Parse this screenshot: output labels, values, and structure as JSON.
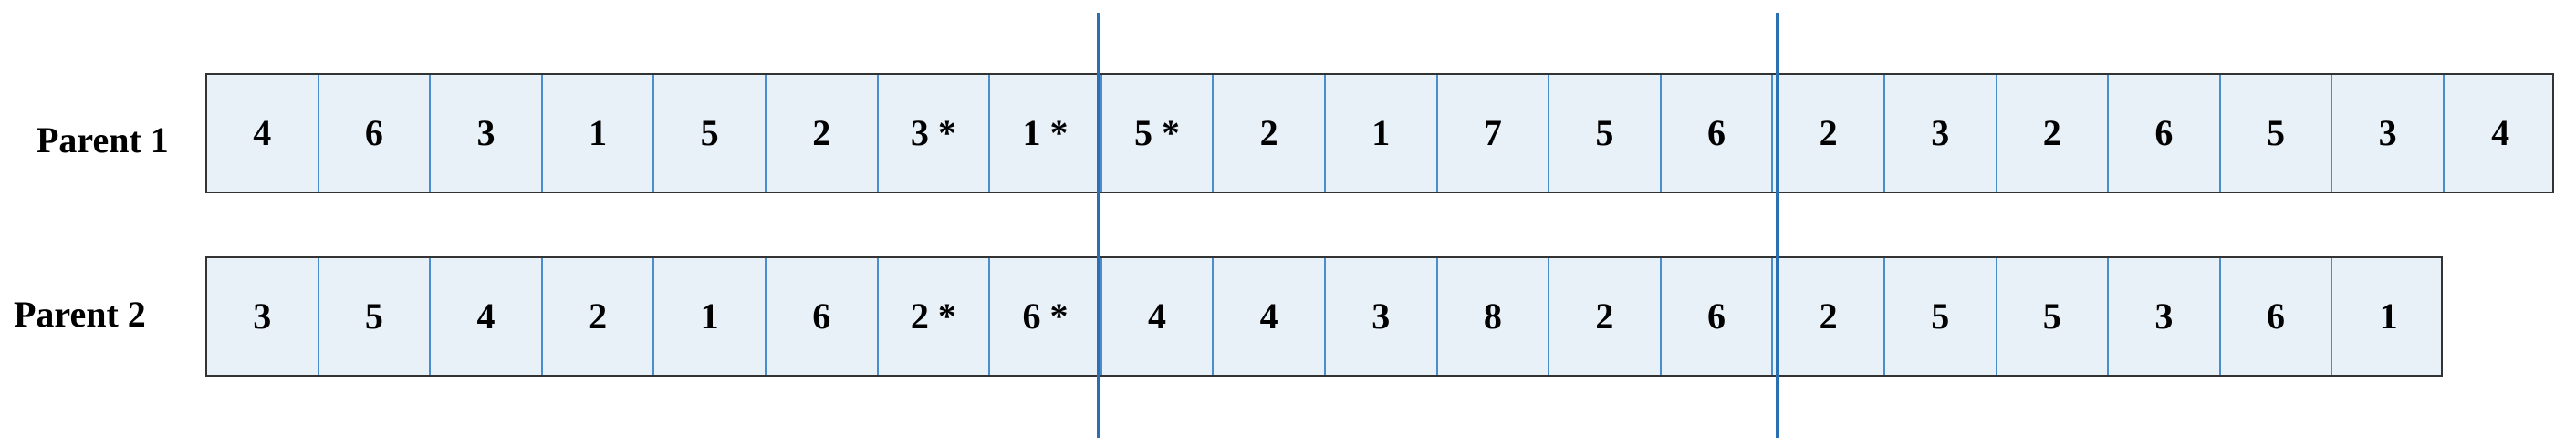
{
  "parent1": {
    "label": "Parent 1",
    "genes": [
      "4",
      "6",
      "3",
      "1",
      "5",
      "2",
      "3 *",
      "1 *",
      "5 *",
      "2",
      "1",
      "7",
      "5",
      "6",
      "2",
      "3",
      "2",
      "6",
      "5",
      "3",
      "4"
    ]
  },
  "parent2": {
    "label": "Parent 2",
    "genes": [
      "3",
      "5",
      "4",
      "2",
      "1",
      "6",
      "2 *",
      "6 *",
      "4",
      "4",
      "3",
      "8",
      "2",
      "6",
      "2",
      "5",
      "5",
      "3",
      "6",
      "1"
    ]
  },
  "colors": {
    "cell_fill": "#e8f0f8",
    "cell_divider": "#4a8ccc",
    "cut_line": "#2b6fb3",
    "outer_border": "#333333"
  }
}
